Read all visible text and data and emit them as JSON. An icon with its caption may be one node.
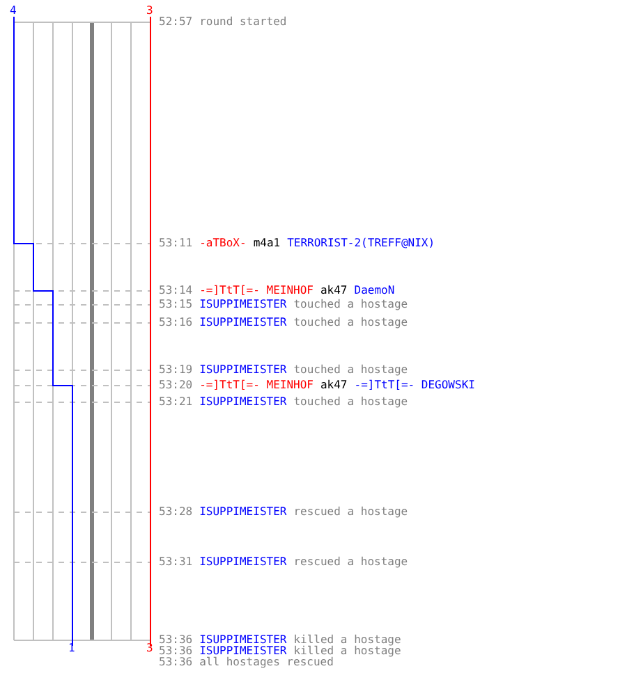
{
  "diagram": {
    "labels": [
      "4",
      "3",
      "52:57",
      "round started",
      "53:11",
      "-aTBoX-",
      "m4a1",
      "TERRORIST-2(TREFF@NIX)",
      "53:14",
      "-=]TtT[=- MEINHOF",
      "ak47",
      "DaemoN",
      "53:15",
      "ISUPPIMEISTER",
      "touched a hostage",
      "53:16",
      "ISUPPIMEISTER",
      "touched a hostage",
      "53:19",
      "ISUPPIMEISTER",
      "touched a hostage",
      "53:20",
      "-=]TtT[=- MEINHOF",
      "ak47",
      "-=]TtT[=- DEGOWSKI",
      "53:21",
      "ISUPPIMEISTER",
      "touched a hostage",
      "53:28",
      "ISUPPIMEISTER",
      "rescued a hostage",
      "53:31",
      "ISUPPIMEISTER",
      "rescued a hostage",
      "53:36",
      "ISUPPIMEISTER",
      "killed a hostage",
      "53:36",
      "ISUPPIMEISTER",
      "killed a hostage",
      "53:36",
      "all hostages rescued",
      "1",
      "3"
    ]
  }
}
